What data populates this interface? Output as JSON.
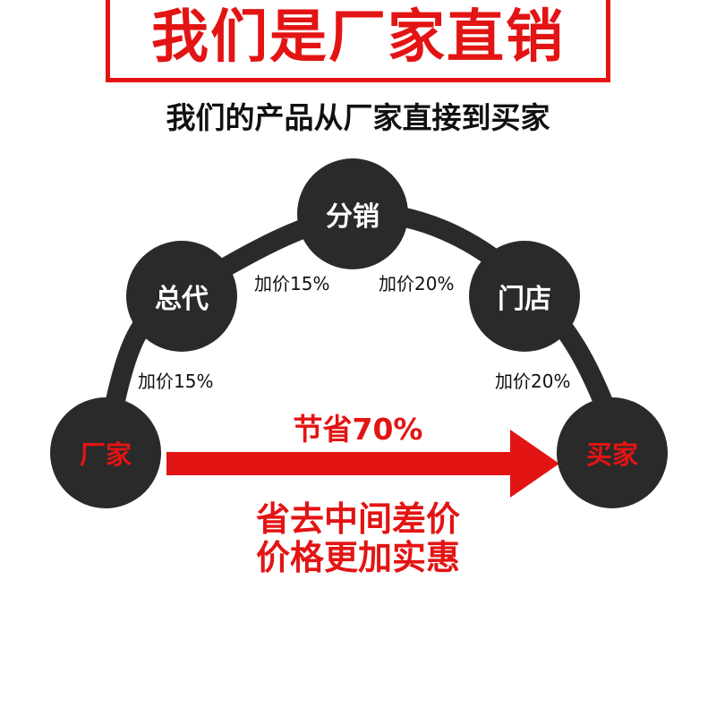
{
  "banner": {
    "title": "我们是厂家直销"
  },
  "subtitle": "我们的产品从厂家直接到买家",
  "nodes": {
    "factory": "厂家",
    "agent": "总代",
    "distribution": "分销",
    "store": "门店",
    "buyer": "买家"
  },
  "markups": {
    "factory_to_agent": "加价15%",
    "agent_to_distribution": "加价15%",
    "distribution_to_store": "加价20%",
    "store_to_buyer": "加价20%"
  },
  "arrow": {
    "label": "节省70%"
  },
  "taglines": {
    "line1": "省去中间差价",
    "line2": "价格更加实惠"
  },
  "colors": {
    "accent": "#e31414",
    "node_fill": "#2b2a2b",
    "text_dark": "#111111"
  }
}
